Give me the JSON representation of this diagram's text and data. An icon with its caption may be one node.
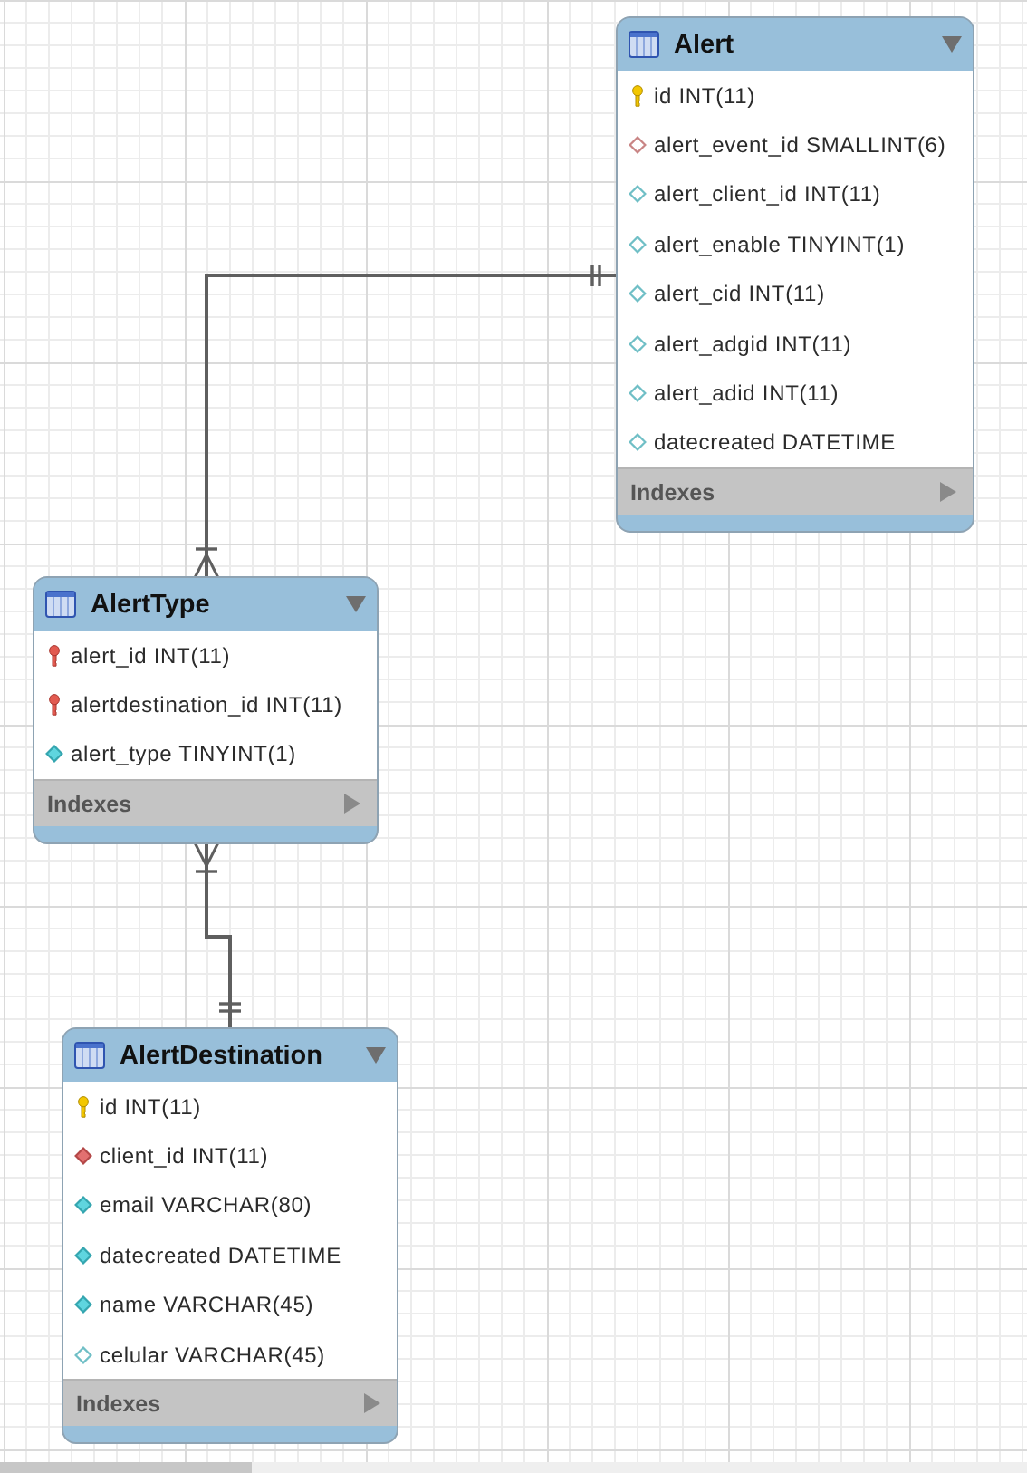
{
  "diagram": {
    "nodes": [
      {
        "text": [
          "Alert",
          "id INT(11)",
          "alert_event_id SMALLINT(6)",
          "alert_client_id INT(11)",
          "alert_enable TINYINT(1)",
          "alert_cid INT(11)",
          "alert_adgid INT(11)",
          "alert_adid INT(11)",
          "datecreated DATETIME",
          "Indexes"
        ]
      },
      {
        "text": [
          "AlertType",
          "alert_id INT(11)",
          "alertdestination_id INT(11)",
          "alert_type TINYINT(1)",
          "Indexes"
        ]
      },
      {
        "text": [
          "AlertDestination",
          "id INT(11)",
          "client_id INT(11)",
          "email VARCHAR(80)",
          "datecreated DATETIME",
          "name VARCHAR(45)",
          "celular VARCHAR(45)",
          "Indexes"
        ]
      }
    ],
    "edges": [
      {
        "from": 0,
        "to": 1,
        "arrow": "other"
      },
      {
        "from": 1,
        "to": 2,
        "arrow": "other"
      }
    ]
  }
}
